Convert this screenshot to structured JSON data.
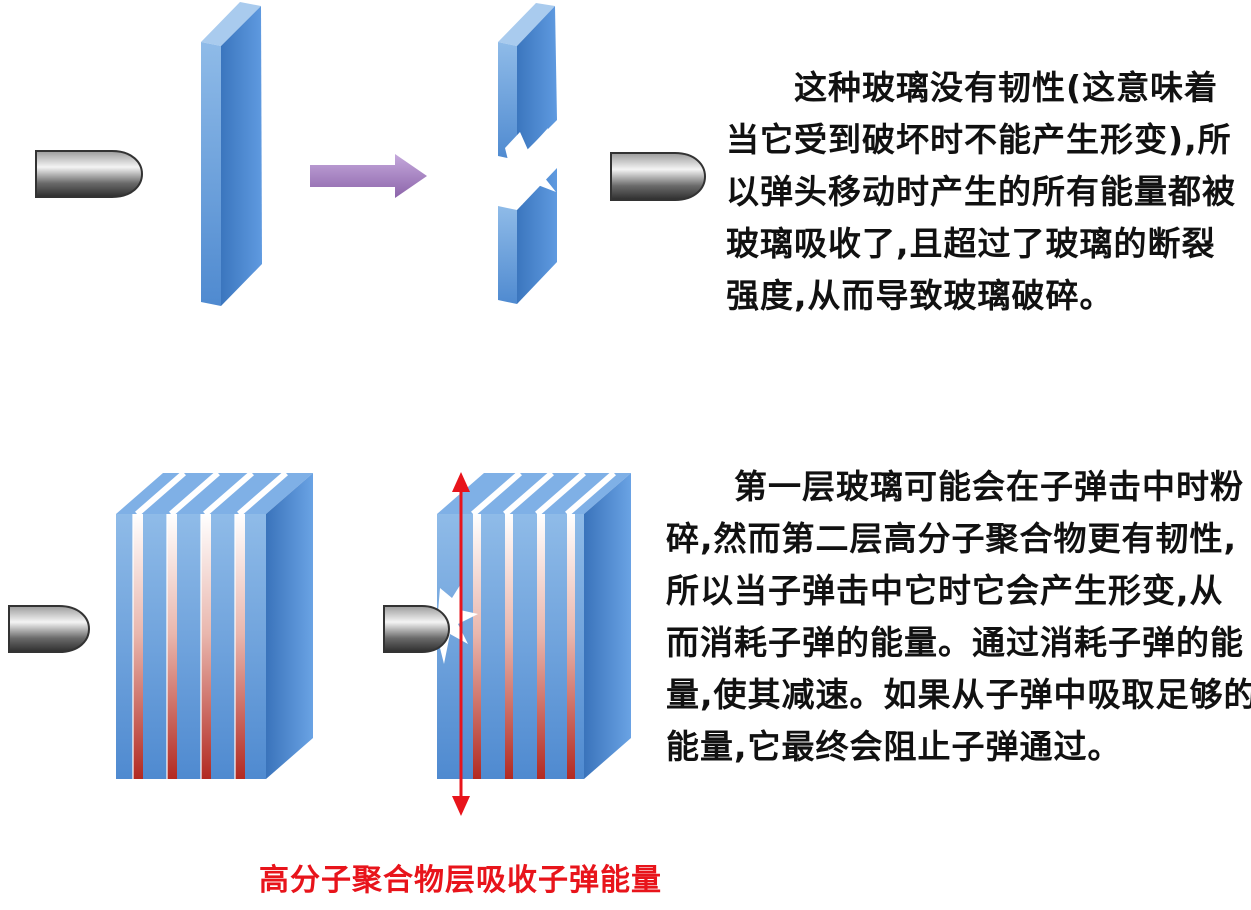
{
  "paragraph_single_pane": {
    "lines": [
      "　　这种玻璃没有韧性(这意味着",
      "当它受到破坏时不能产生形变),所",
      "以弹头移动时产生的所有能量都被",
      "玻璃吸收了,且超过了玻璃的断裂",
      "强度,从而导致玻璃破碎。"
    ]
  },
  "paragraph_laminated": {
    "lines": [
      "　　第一层玻璃可能会在子弹击中时粉",
      "碎,然而第二层高分子聚合物更有韧性,",
      "所以当子弹击中它时它会产生形变,从",
      "而消耗子弹的能量。通过消耗子弹的能",
      "量,使其减速。如果从子弹中吸取足够的",
      "能量,它最终会阻止子弹通过。"
    ]
  },
  "caption": "高分子聚合物层吸收子弹能量",
  "colors": {
    "glass": "#5b95d6",
    "glass_dark": "#3f7cc4",
    "glass_light": "#9cc3ec",
    "polymer_top": "#ffffff",
    "polymer_bottom": "#b22a22",
    "bullet": "#5f5f5f",
    "arrow": "#9a78b6",
    "caption": "#e8141b",
    "force_arrow": "#e8141b"
  },
  "icons": [
    "bullet-icon",
    "glass-pane-icon",
    "direction-arrow-icon",
    "shatter-burst-icon",
    "laminated-glass-icon",
    "force-double-arrow-icon"
  ]
}
